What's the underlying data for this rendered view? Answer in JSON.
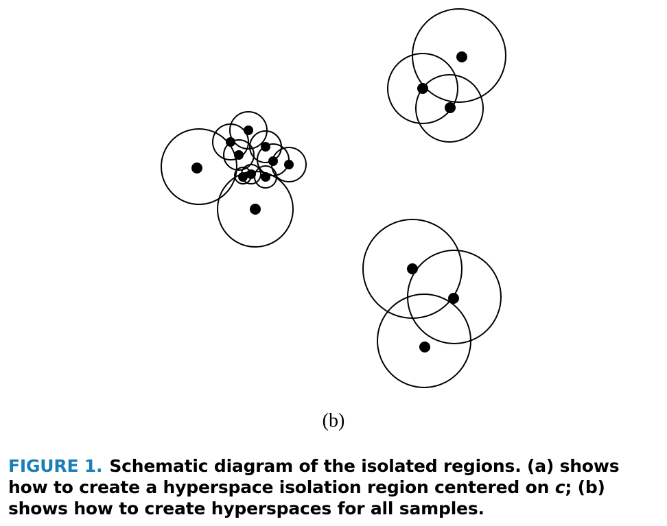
{
  "figure": {
    "subfigure_label": "(b)",
    "caption_prefix": "FIGURE 1.",
    "caption_part1": "Schematic diagram of the isolated regions. (a) shows how to create a hyperspace isolation region centered on ",
    "caption_var": "c",
    "caption_part2": "; (b) shows how to create hyperspaces for all samples.",
    "prefix_color": "#1a7fb5"
  }
}
